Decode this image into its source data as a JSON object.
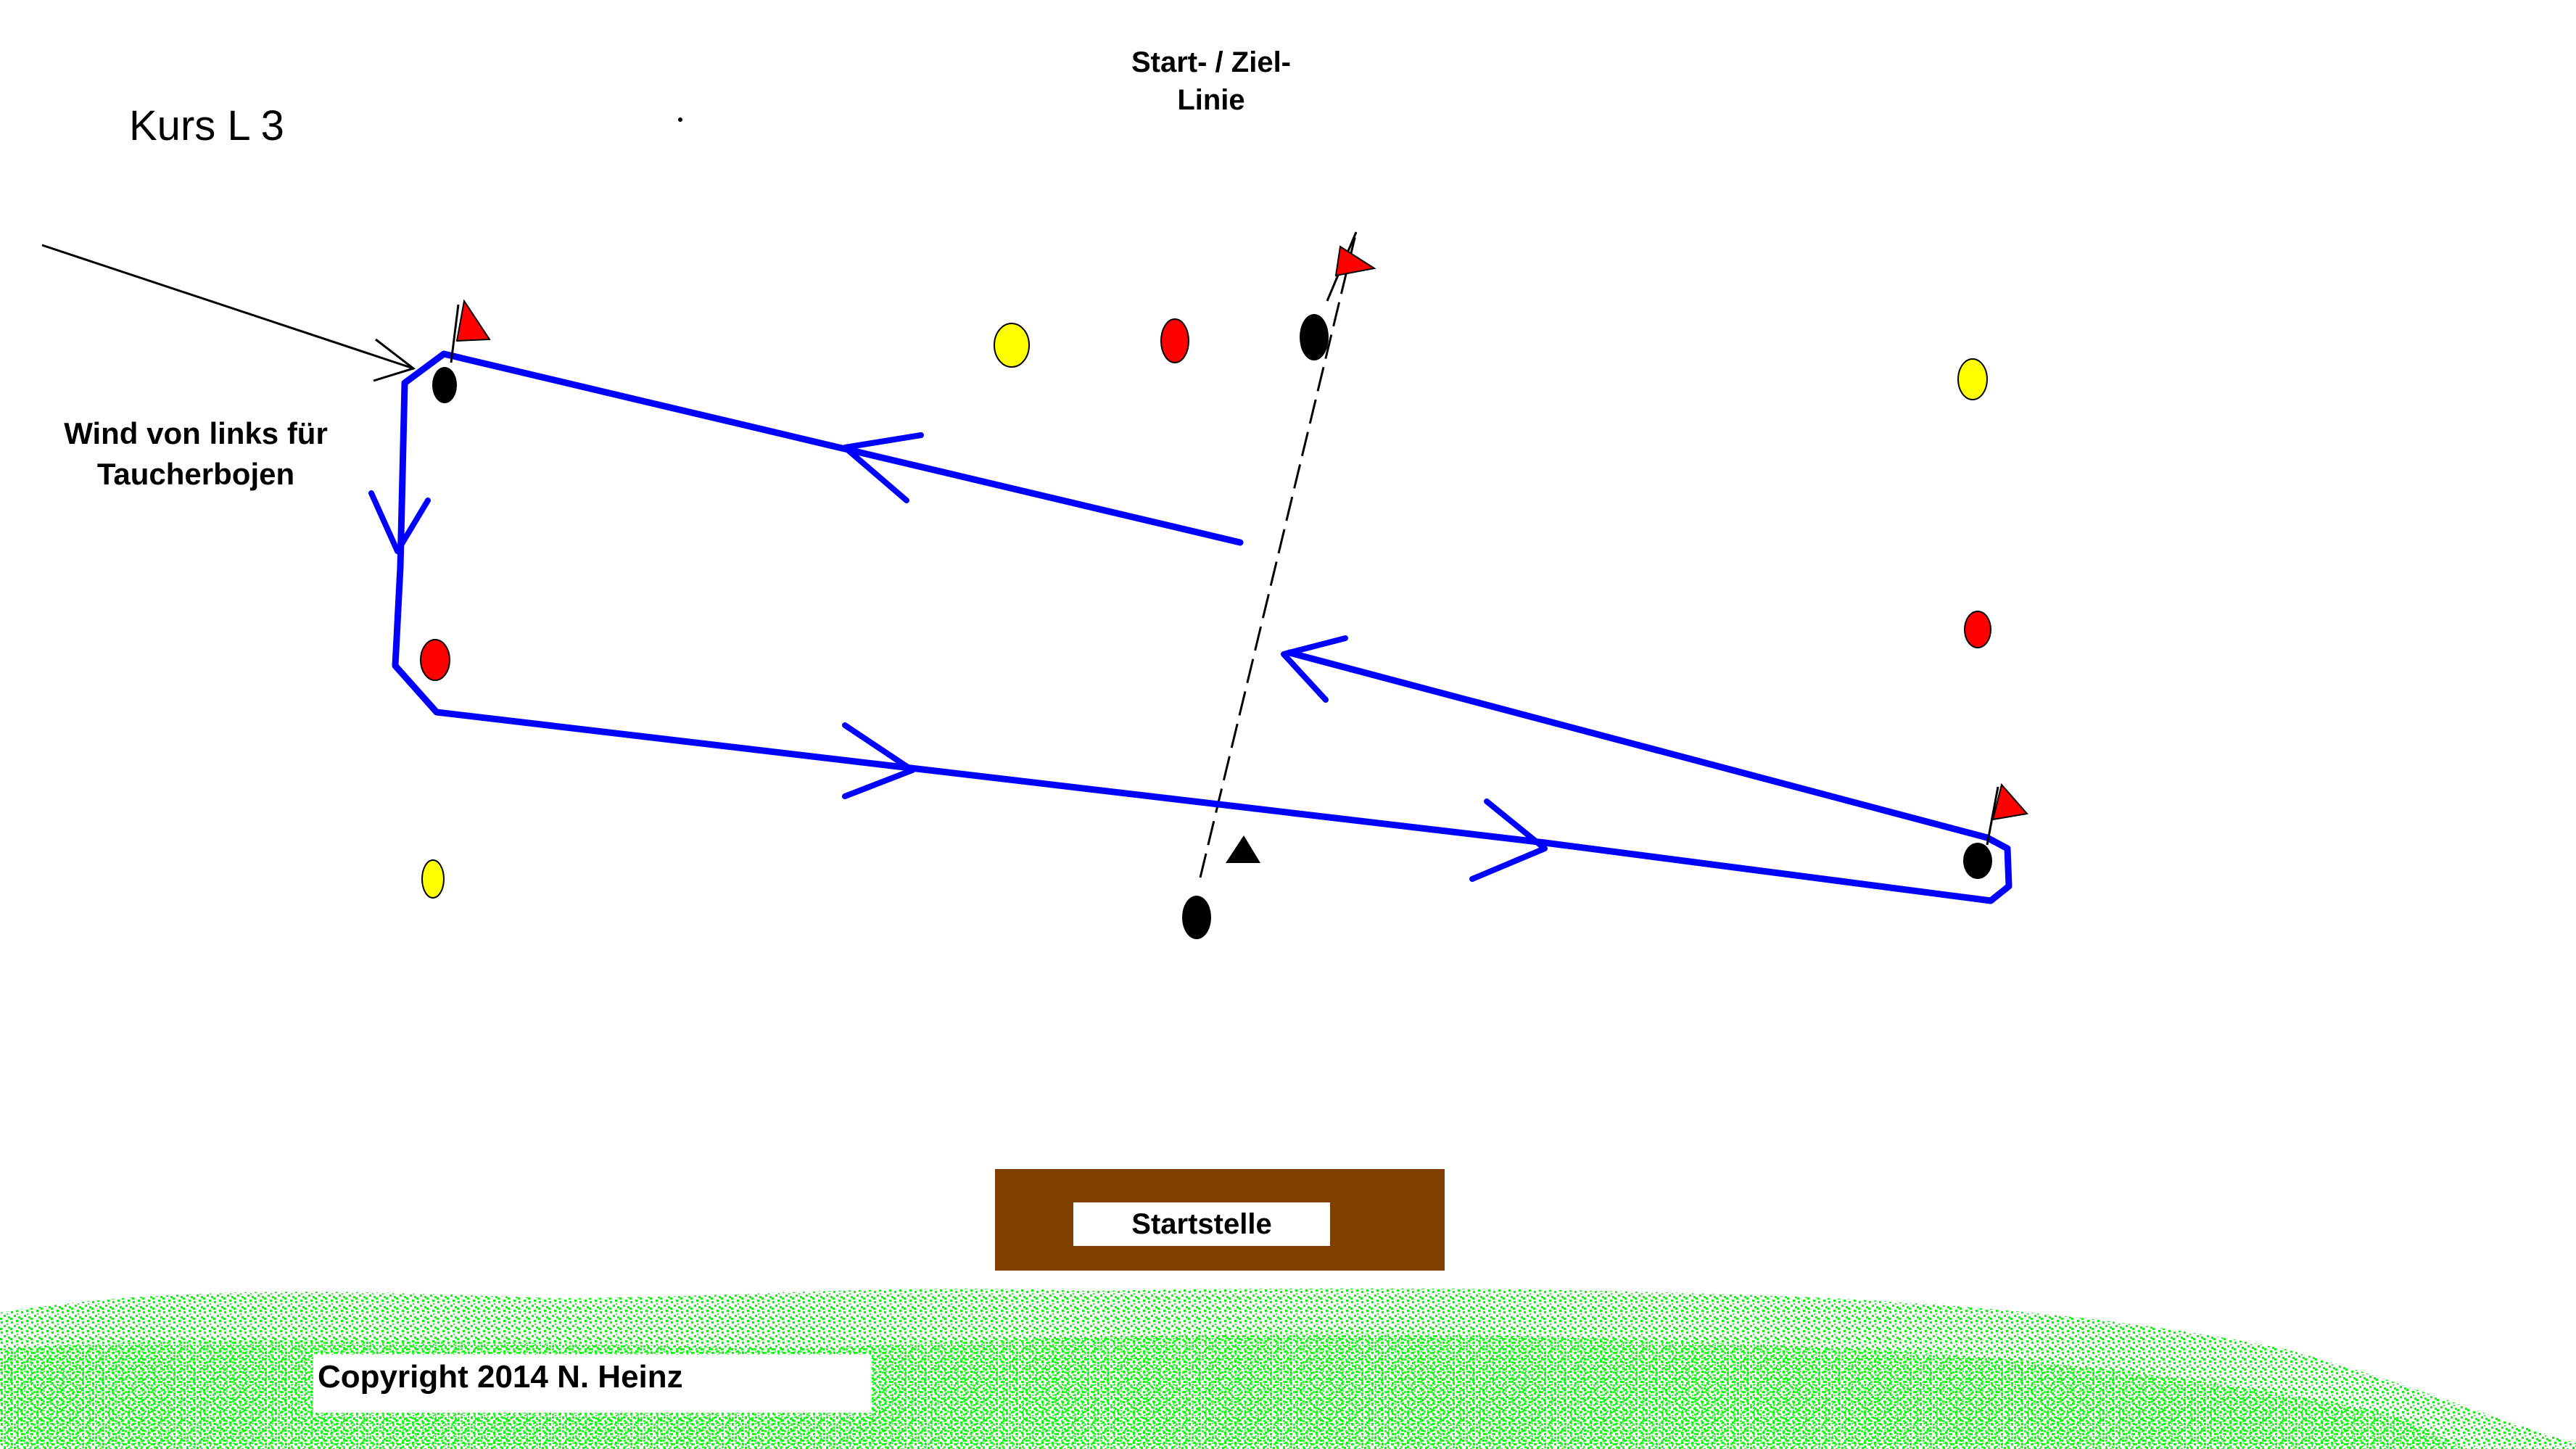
{
  "title": "Kurs L 3",
  "start_finish_label": {
    "line1": "Start-  /  Ziel-",
    "line2": "Linie"
  },
  "wind_label": {
    "line1": "Wind von links für",
    "line2": "Taucherbojen"
  },
  "dock_label": "Startstelle",
  "copyright": "Copyright 2014  N.  Heinz",
  "colors": {
    "course": "#0000ff",
    "buoy_yellow": "#ffff00",
    "buoy_red": "#ff0000",
    "buoy_black": "#000000",
    "flag": "#ff0000",
    "dock": "#7f3f00",
    "grass": "#00ff00",
    "background": "#ffffff"
  }
}
